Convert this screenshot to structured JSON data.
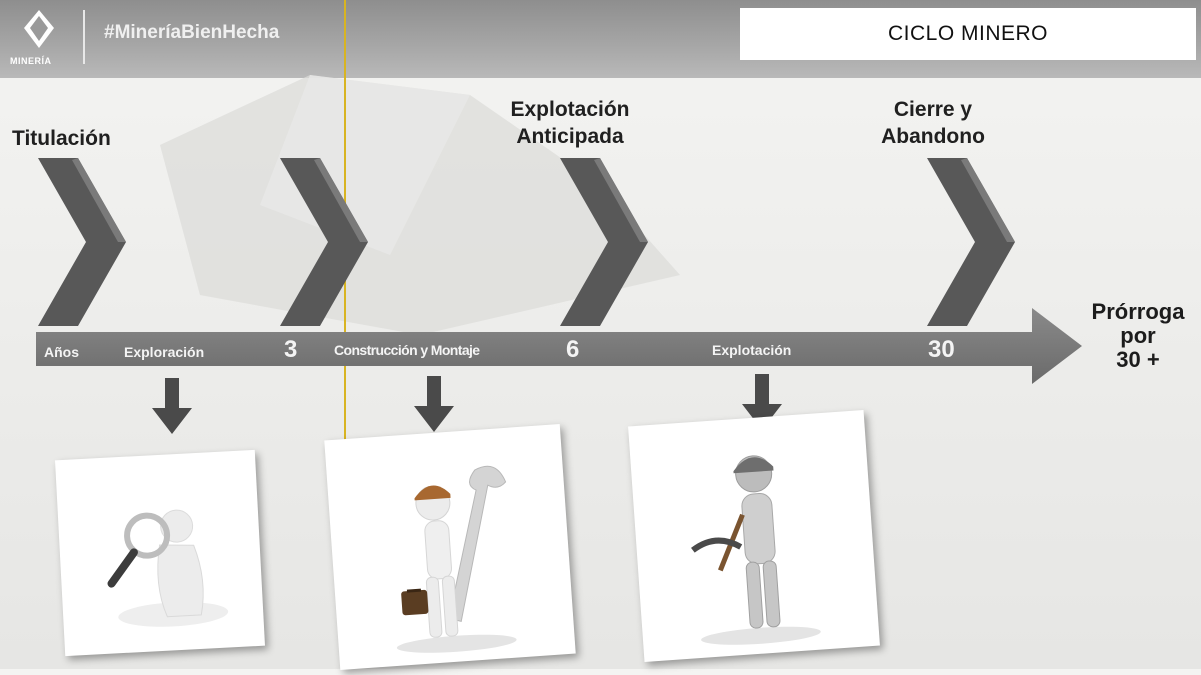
{
  "header": {
    "logo_text": "MINERÍA",
    "hashtag": "#MineríaBienHecha",
    "title": "CICLO MINERO"
  },
  "phases": {
    "titulacion": "Titulación",
    "explotacion_anticipada": [
      "Explotación",
      "Anticipada"
    ],
    "cierre": [
      "Cierre y",
      "Abandono"
    ]
  },
  "timeline": {
    "anos": "Años",
    "exploracion": "Exploración",
    "year_3": "3",
    "construccion": "Construcción y Montaje",
    "year_6": "6",
    "explotacion": "Explotación",
    "year_30": "30"
  },
  "prorroga": [
    "Prórroga",
    "por",
    "30 +"
  ],
  "icons": [
    "diamond-logo-icon",
    "chevron-icon",
    "down-arrow-icon",
    "magnifier-figure-icon",
    "wrench-worker-icon",
    "miner-pickaxe-icon"
  ],
  "colors": {
    "chevron": "#5a5a5a",
    "timeline": "#7a7a7a",
    "accent_line": "#d8b422"
  }
}
